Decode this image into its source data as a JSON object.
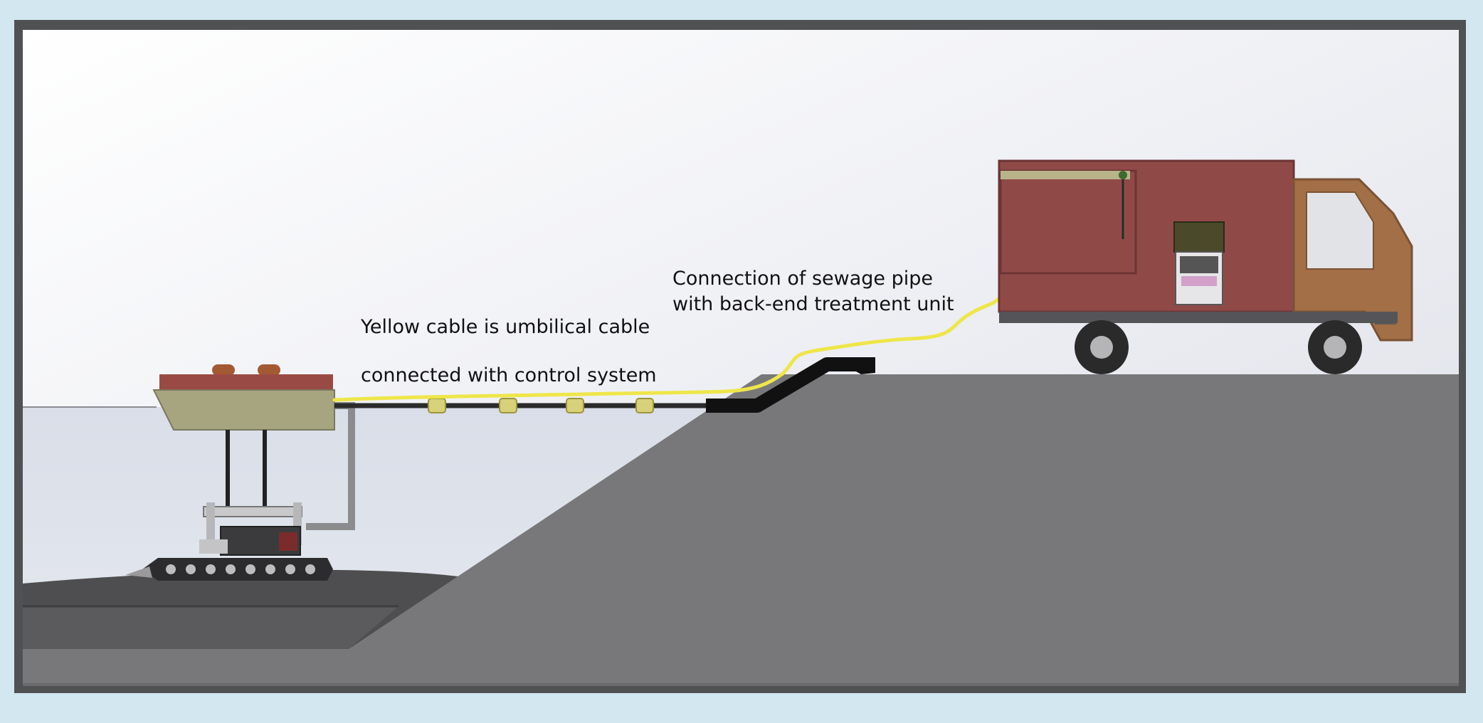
{
  "annotations": {
    "cable_line1": "Yellow cable is umbilical cable",
    "cable_line2": "connected with control system",
    "pipe_line1": "Connection of sewage pipe",
    "pipe_line2": "with back-end treatment unit"
  },
  "colors": {
    "page_background": "#d3e7f1",
    "frame": "#4f5153",
    "sky_top": "#fbfbfd",
    "sky_bottom": "#dfe2ea",
    "water": "#dbe1ea",
    "ground": "#78787a",
    "seabed": "#4e4e50",
    "umbilical_cable": "#eee64a",
    "sewage_pipe": "#111111",
    "pontoon_deck": "#9a4a44",
    "pontoon_hull": "#a7a480",
    "truck_box": "#8f4a48",
    "truck_cab": "#a26f46"
  },
  "icons": [
    "floating-pontoon",
    "crawler-robot",
    "treatment-truck"
  ]
}
